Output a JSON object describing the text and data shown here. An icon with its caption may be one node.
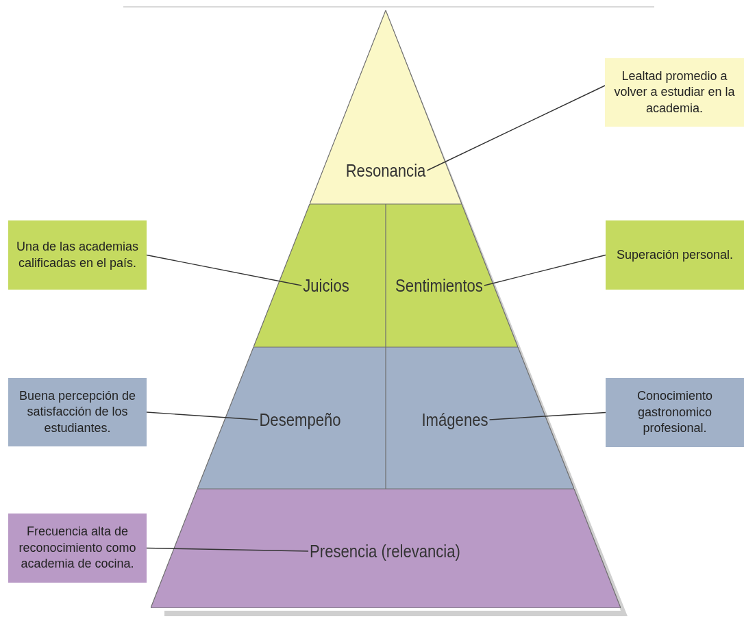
{
  "diagram": {
    "nodes": [
      {
        "text": [
          "Lealtad promedio a volver a estudiar en la academia."
        ]
      },
      {
        "text": [
          "Resonancia"
        ]
      },
      {
        "text": [
          "Una de las academias calificadas en el país."
        ]
      },
      {
        "text": [
          "Juicios"
        ]
      },
      {
        "text": [
          "Sentimientos"
        ]
      },
      {
        "text": [
          "Superación personal."
        ]
      },
      {
        "text": [
          "Buena percepción de satisfacción de los estudiantes."
        ]
      },
      {
        "text": [
          "Desempeño"
        ]
      },
      {
        "text": [
          "Imágenes"
        ]
      },
      {
        "text": [
          "Conocimiento gastronomico profesional."
        ]
      },
      {
        "text": [
          "Frecuencia alta de reconocimiento como academia de cocina."
        ]
      },
      {
        "text": [
          "Presencia (relevancia)"
        ]
      }
    ],
    "edges": [
      {
        "from": 0,
        "to": 1,
        "arrow": "none"
      },
      {
        "from": 2,
        "to": 3,
        "arrow": "none"
      },
      {
        "from": 5,
        "to": 4,
        "arrow": "none"
      },
      {
        "from": 6,
        "to": 7,
        "arrow": "none"
      },
      {
        "from": 9,
        "to": 8,
        "arrow": "none"
      },
      {
        "from": 10,
        "to": 11,
        "arrow": "none"
      }
    ]
  }
}
